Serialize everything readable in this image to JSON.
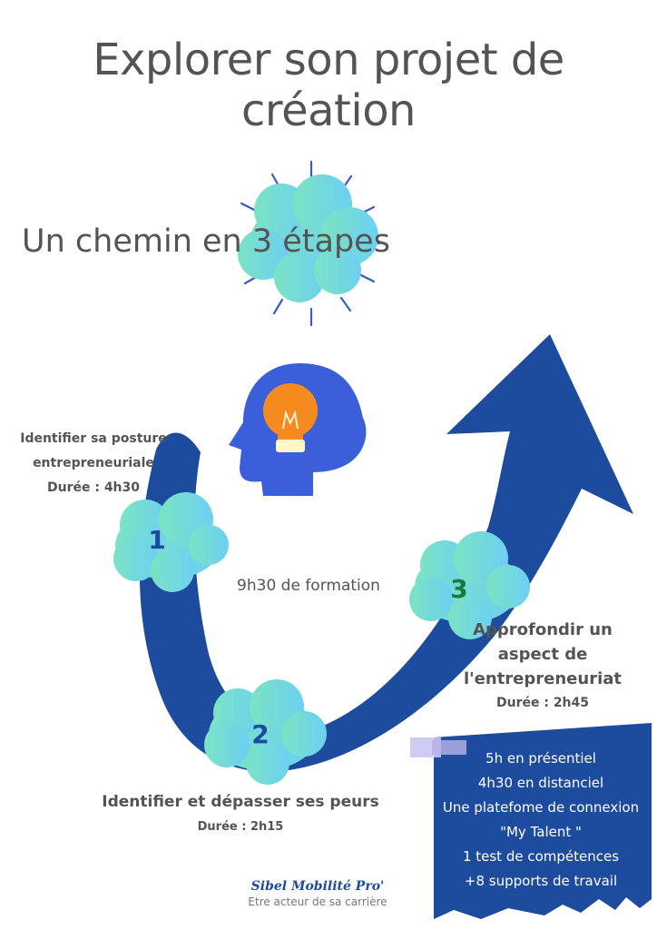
{
  "title": "Explorer son projet de création",
  "subtitle": "Un chemin en  3 étapes",
  "center_text": "9h30 de formation",
  "steps": [
    {
      "number": "1",
      "lines": [
        "Identifier sa posture",
        "entrepreneuriale",
        "Durée : 4h30"
      ]
    },
    {
      "number": "2",
      "lines": [
        "Identifier et dépasser ses peurs",
        "Durée : 2h15"
      ]
    },
    {
      "number": "3",
      "lines": [
        "Approfondir un",
        "aspect de",
        "l'entrepreneuriat",
        "Durée :  2h45"
      ]
    }
  ],
  "note": {
    "lines": [
      "5h en présentiel",
      "4h30 en distanciel",
      "Une platefome de connexion",
      "\"My Talent \"",
      "1 test de compétences",
      "+8 supports de  travail"
    ]
  },
  "brand": {
    "name": "Sibel Mobilité Pro'",
    "tagline": "Etre acteur de sa carrière"
  },
  "colors": {
    "arrow": "#1d4b9e",
    "cloud_start": "#7be3c3",
    "cloud_end": "#6dd0f2",
    "text": "#545454",
    "step3_number": "#1a7a3a"
  }
}
